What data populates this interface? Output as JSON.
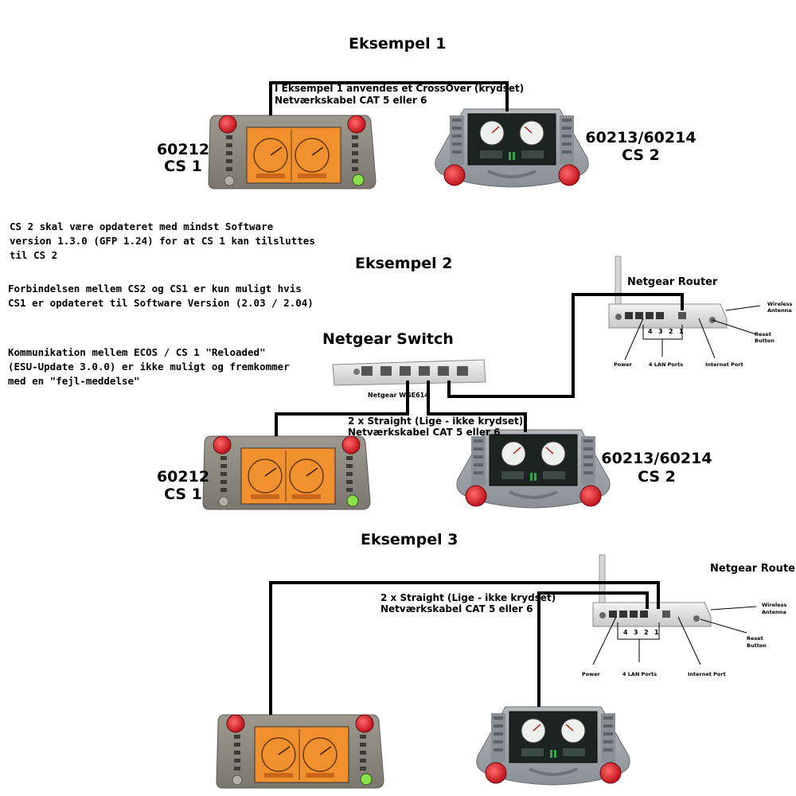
{
  "examples": {
    "ex1": {
      "title": "Eksempel 1",
      "cable_line1": "I Eksempel 1 anvendes et CrossOver (krydset)",
      "cable_line2": "Netværkskabel CAT 5 eller 6",
      "cs1_number": "60212",
      "cs1_name": "CS 1",
      "cs2_number": "60213/60214",
      "cs2_name": "CS 2"
    },
    "ex2": {
      "title": "Eksempel 2",
      "switch_title": "Netgear Switch",
      "switch_model": "Netgear WGE614",
      "router_title": "Netgear Router",
      "cable_line1": "2 x Straight (Lige - ikke krydset)",
      "cable_line2": "Netværkskabel CAT 5 eller 6",
      "cs1_number": "60212",
      "cs1_name": "CS 1",
      "cs2_number": "60213/60214",
      "cs2_name": "CS 2"
    },
    "ex3": {
      "title": "Eksempel 3",
      "router_title": "Netgear Router",
      "cable_line1": "2 x Straight (Lige - ikke krydset)",
      "cable_line2": "Netværkskabel CAT 5 eller 6"
    }
  },
  "router_labels": {
    "wireless_antenna_1": "Wireless",
    "wireless_antenna_2": "Antenna",
    "reset_button_1": "Reset",
    "reset_button_2": "Button",
    "power": "Power",
    "lan_ports": "4 LAN Ports",
    "internet_port": "Internet Port",
    "port_numbers": [
      "4",
      "3",
      "2",
      "1"
    ]
  },
  "notes": {
    "note1": [
      "CS 2 skal være opdateret med mindst Software",
      "version 1.3.0 (GFP 1.24) for at CS 1 kan tilsluttes",
      "til CS 2"
    ],
    "note2": [
      "Forbindelsen mellem CS2 og CS1 er kun muligt hvis",
      "CS1 er opdateret til Software Version (2.03 / 2.04)"
    ],
    "note3": [
      "Kommunikation mellem ECOS / CS 1 \"Reloaded\"",
      "(ESU-Update 3.0.0) er ikke muligt og fremkommer",
      "med en \"fejl-meddelse\""
    ]
  },
  "colors": {
    "cable": "#000000",
    "cs1_body": "#8f8a80",
    "cs1_screen": "#f0902e",
    "cs2_body": "#9aa0a6",
    "cs2_screen": "#1c2422",
    "knob_red": "#d4202a",
    "router_body": "#dcdcdc"
  }
}
